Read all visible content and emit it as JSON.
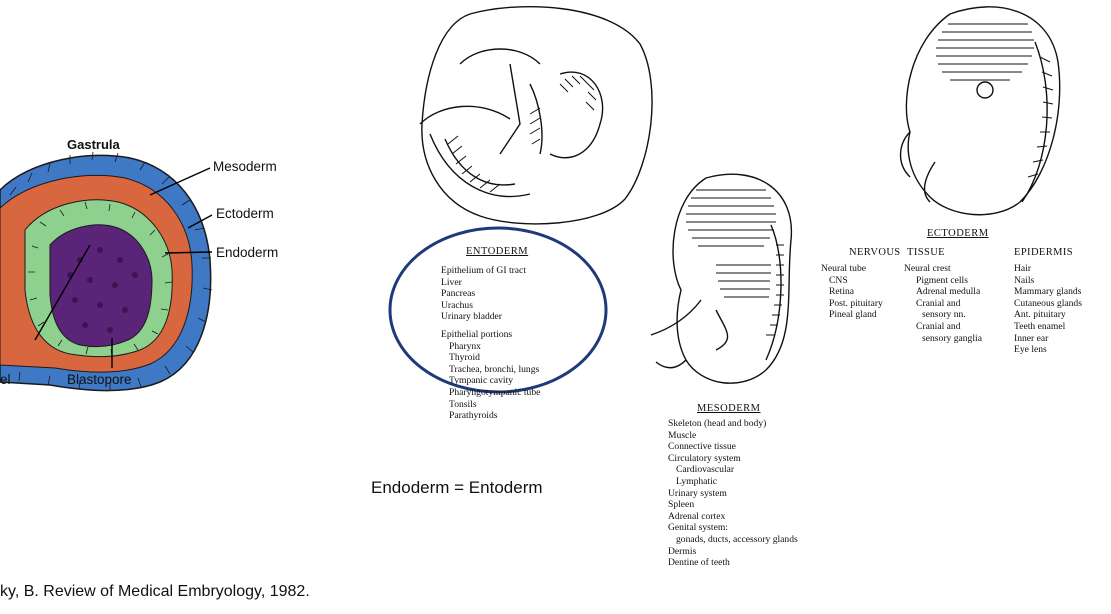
{
  "gastrula": {
    "title": "Gastrula",
    "labels": {
      "mesoderm": "Mesoderm",
      "ectoderm": "Ectoderm",
      "endoderm": "Endoderm",
      "archenteron_partial": "el",
      "blastopore": "Blastopore"
    },
    "colors": {
      "ectoderm": "#3f78c4",
      "mesoderm": "#d8663f",
      "endoderm": "#8ed08e",
      "core": "#5a2478"
    }
  },
  "entoderm": {
    "heading": "ENTODERM",
    "group1": [
      "Epithelium of GI tract",
      "Liver",
      "Pancreas",
      "Urachus",
      "Urinary bladder"
    ],
    "group2_heading": "Epithelial portions",
    "group2": [
      "Pharynx",
      "Thyroid",
      "Trachea, bronchi, lungs",
      "Tympanic cavity",
      "Pharyngotympanic tube",
      "Tonsils",
      "Parathyroids"
    ],
    "ellipse_color": "#1f3a7a"
  },
  "caption": "Endoderm = Entoderm",
  "credit": "ky, B. Review of Medical Embryology, 1982.",
  "mesoderm": {
    "heading": "MESODERM",
    "items": [
      "Skeleton (head and body)",
      "Muscle",
      "Connective tissue",
      "Circulatory system"
    ],
    "sub_items": [
      "Cardiovascular",
      "Lymphatic"
    ],
    "items2": [
      "Urinary system",
      "Spleen",
      "Adrenal cortex",
      "Genital system:"
    ],
    "genital_sub": "gonads, ducts, accessory glands",
    "items3": [
      "Dermis",
      "Dentine of teeth"
    ]
  },
  "ectoderm": {
    "heading": "ECTODERM",
    "col1_head": "NERVOUS",
    "col2_head": "TISSUE",
    "col3_head": "EPIDERMIS",
    "col1": [
      "Neural tube"
    ],
    "col1_sub": [
      "CNS",
      "Retina",
      "Post. pituitary",
      "Pineal gland"
    ],
    "col2_first": "Neural crest",
    "col2": [
      "Pigment cells",
      "Adrenal medulla",
      "Cranial and",
      "sensory nn.",
      "Cranial and",
      "sensory ganglia"
    ],
    "col3": [
      "Hair",
      "Nails",
      "Mammary glands",
      "Cutaneous glands",
      "Ant. pituitary",
      "Teeth enamel",
      "Inner ear",
      "Eye lens"
    ]
  }
}
